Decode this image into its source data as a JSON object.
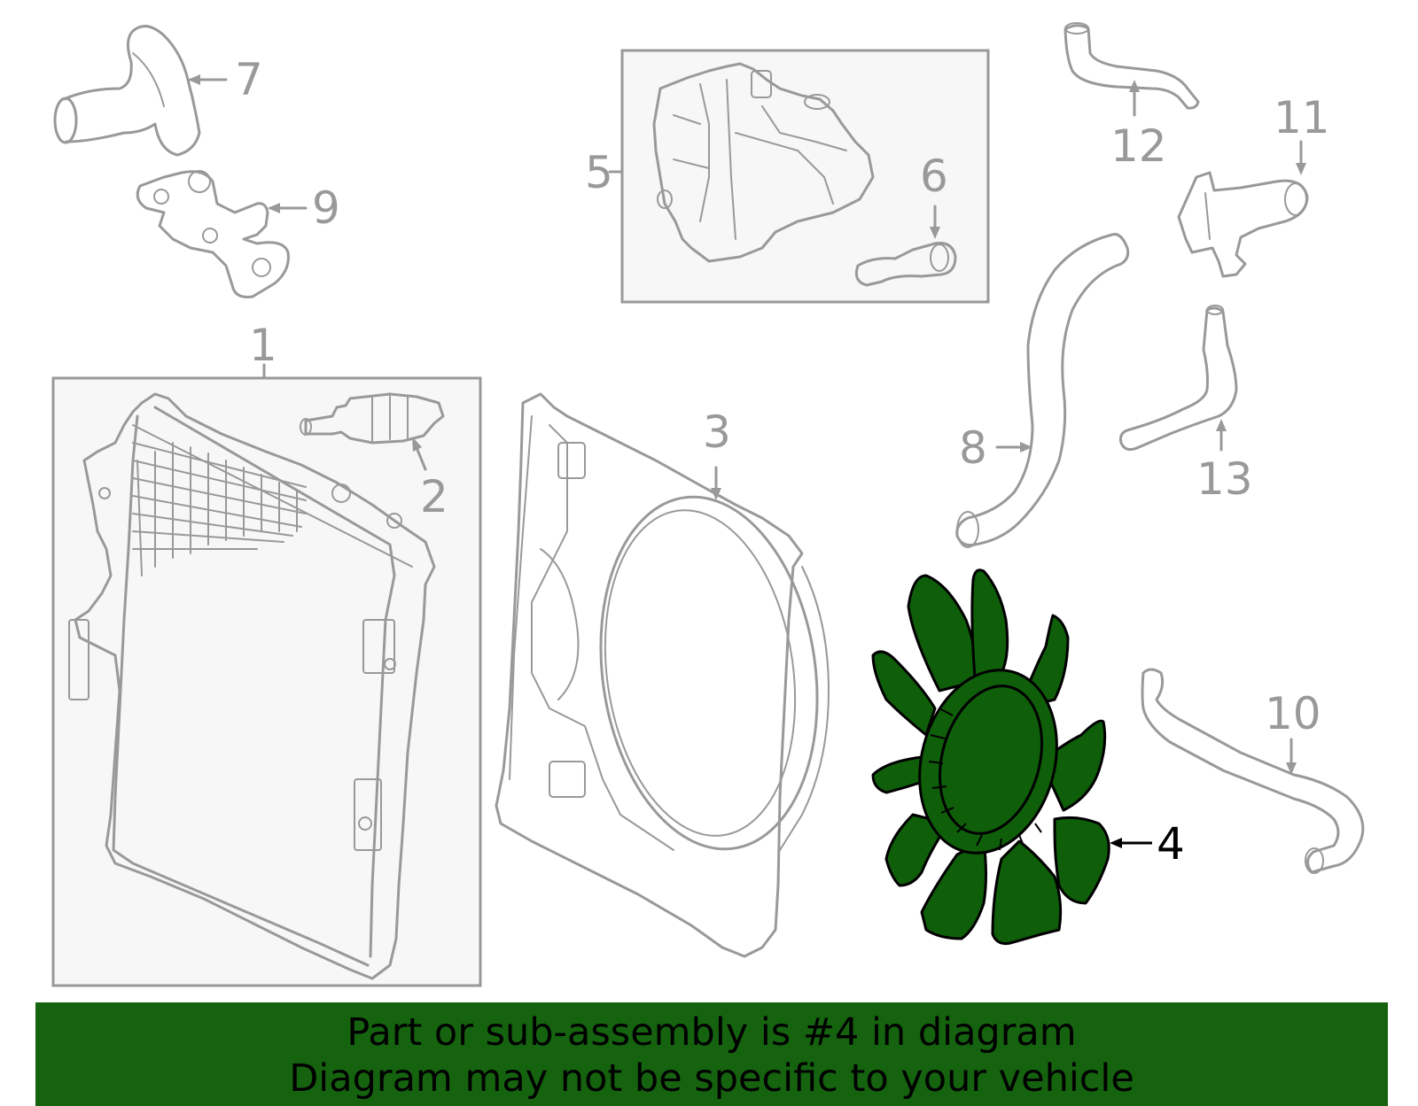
{
  "callouts": {
    "n1": "1",
    "n2": "2",
    "n3": "3",
    "n4": "4",
    "n5": "5",
    "n6": "6",
    "n7": "7",
    "n8": "8",
    "n9": "9",
    "n10": "10",
    "n11": "11",
    "n12": "12",
    "n13": "13"
  },
  "highlight": {
    "part": "4",
    "color": "#0f5e0a"
  },
  "banner": {
    "line1": "Part or sub-assembly is #4 in diagram",
    "line2": "Diagram may not be specific to your vehicle",
    "background": "#15630f"
  }
}
